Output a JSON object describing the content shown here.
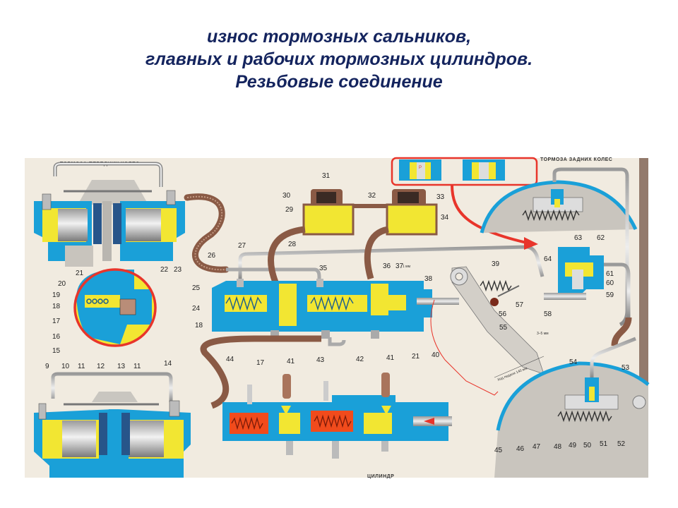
{
  "slide": {
    "title_lines": [
      "износ тормозных сальников,",
      "главных и рабочих тормозных цилиндров.",
      "Резьбовые соединение"
    ]
  },
  "diagram": {
    "heading_front": "ТОРМОЗА ПЕРЕДНИХ КОЛЕС",
    "heading_rear": "ТОРМОЗА ЗАДНИХ КОЛЕС",
    "caption_bottom": "ЦИЛИНДР",
    "gap_note": "1 мм",
    "pedal_gap_note": "3–5 мм",
    "pedal_travel_note": "Ход педали 140 мм",
    "inset_letter": "Р",
    "labels": [
      "31",
      "30",
      "32",
      "33",
      "29",
      "34",
      "26",
      "27",
      "28",
      "35",
      "36",
      "37",
      "38",
      "39",
      "25",
      "24",
      "18",
      "21",
      "20",
      "19",
      "18",
      "17",
      "16",
      "15",
      "22",
      "23",
      "63",
      "62",
      "64",
      "61",
      "60",
      "59",
      "58",
      "57",
      "56",
      "55",
      "40",
      "21",
      "41",
      "42",
      "43",
      "41",
      "17",
      "44",
      "9",
      "10",
      "11",
      "12",
      "13",
      "11",
      "14",
      "54",
      "53",
      "45",
      "46",
      "47",
      "48",
      "49",
      "50",
      "51",
      "52"
    ]
  },
  "colors": {
    "title": "#14245e",
    "housing_blue": "#1aa0d8",
    "fluid_yellow": "#f2e632",
    "hose_brown": "#8a5a45",
    "paper": "#f1ebe0",
    "accent_red": "#e8352b"
  }
}
